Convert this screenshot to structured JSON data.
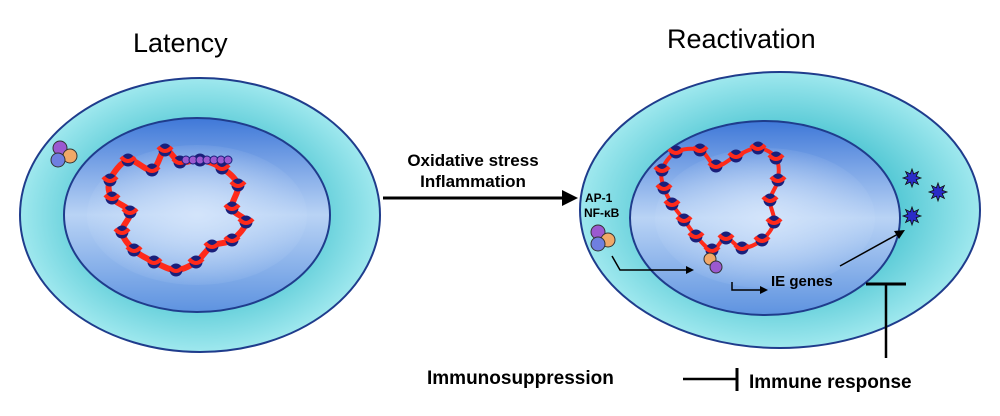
{
  "titles": {
    "left": "Latency",
    "right": "Reactivation"
  },
  "transition": {
    "line1": "Oxidative stress",
    "line2": "Inflammation"
  },
  "factors": {
    "ap1": "AP-1",
    "nfkb": "NF-κB"
  },
  "genes": {
    "ie": "IE genes"
  },
  "labels": {
    "immunosuppression": "Immunosuppression",
    "immune_response": "Immune response"
  },
  "colors": {
    "outer_cell": "#8fe0e8",
    "nucleus": "#5b8fdc",
    "dna": "#ff2a1a",
    "histone": "#1a1f7a",
    "factor_purple": "#9b59d0",
    "factor_blue": "#6f7fe0",
    "factor_orange": "#f0a868",
    "virion": "#2a2cc8"
  }
}
